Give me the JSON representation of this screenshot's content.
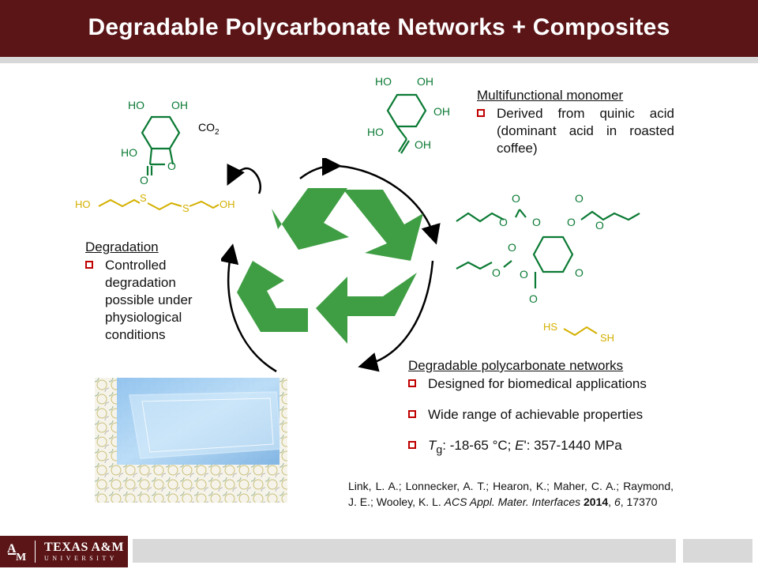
{
  "title": "Degradable Polycarbonate Networks + Composites",
  "monomer": {
    "heading": "Multifunctional monomer",
    "bullets": [
      "Derived from quinic acid (dominant acid in roasted coffee)"
    ]
  },
  "degradation": {
    "heading": "Degradation",
    "bullets": [
      "Controlled degradation possible under physiological conditions"
    ]
  },
  "networks": {
    "heading": "Degradable polycarbonate networks",
    "bullets": [
      "Designed for biomedical applications",
      "Wide range of achievable properties"
    ],
    "props": {
      "tg_symbol": "T",
      "tg_sub": "g",
      "tg_text": ": -18-65 °C; ",
      "e_symbol": "E",
      "e_text": "': 357-1440 MPa"
    }
  },
  "citation": {
    "authors": "Link, L. A.; Lonnecker, A. T.; Hearon, K.; Maher, C. A.; Raymond, J. E.; Wooley, K. L. ",
    "journal": "ACS Appl. Mater. Interfaces",
    "year": "2014",
    "volume": "6",
    "pages": ", 17370"
  },
  "chem_labels": {
    "ho": "HO",
    "oh": "OH",
    "co2": "CO",
    "co2_sub": "2",
    "o": "O",
    "s": "S",
    "hs": "HS",
    "sh": "SH"
  },
  "colors": {
    "maroon": "#5b1517",
    "recycle_green": "#3f9e44",
    "thiol_yellow": "#d4b000",
    "bullet_red": "#c00000",
    "chem_green": "#0b7a34"
  },
  "footer": {
    "logo_text": "TEXAS A&M",
    "logo_sub": "UNIVERSITY"
  }
}
